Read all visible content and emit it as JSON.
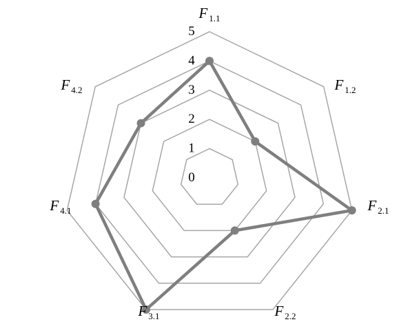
{
  "chart_data": {
    "type": "radar",
    "axes": [
      {
        "base": "F",
        "sub": "1.1"
      },
      {
        "base": "F",
        "sub": "1.2"
      },
      {
        "base": "F",
        "sub": "2.1"
      },
      {
        "base": "F",
        "sub": "2.2"
      },
      {
        "base": "F",
        "sub": "3.1"
      },
      {
        "base": "F",
        "sub": "4.1"
      },
      {
        "base": "F",
        "sub": "4.2"
      }
    ],
    "rlim": [
      0,
      5
    ],
    "ticks": [
      "0",
      "1",
      "2",
      "3",
      "4",
      "5"
    ],
    "series": [
      {
        "values": [
          4.0,
          2.0,
          5.0,
          2.0,
          5.0,
          4.0,
          3.0
        ],
        "color": "#7f7f7f"
      }
    ],
    "grid_color": "#a6a6a6"
  }
}
